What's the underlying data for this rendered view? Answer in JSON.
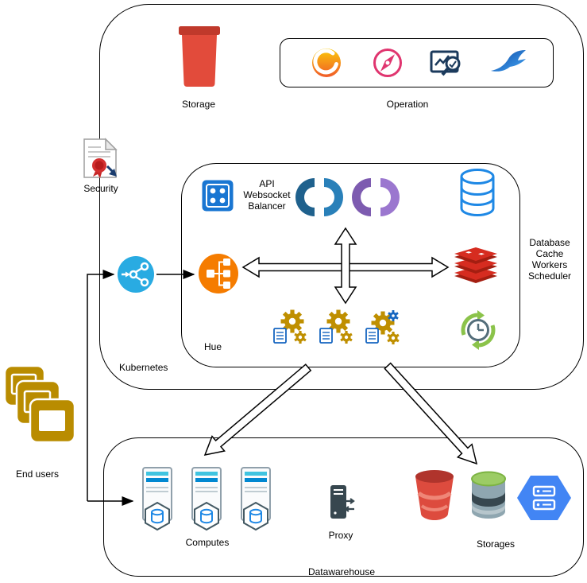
{
  "labels": {
    "kubernetes": "Kubernetes",
    "storage": "Storage",
    "operation": "Operation",
    "security": "Security",
    "hue": "Hue",
    "api_websocket_balancer": "API\nWebsocket\nBalancer",
    "database_cache_workers_scheduler": "Database\nCache\nWorkers\nScheduler",
    "end_users": "End users",
    "computes": "Computes",
    "proxy": "Proxy",
    "storages": "Storages",
    "datawarehouse": "Datawarehouse"
  },
  "icons": {
    "storage": "storage-bucket-icon",
    "operation_tools": [
      "grafana-icon",
      "compass-icon",
      "analytics-search-icon",
      "fluentbit-bird-icon"
    ],
    "security": "certificate-document-icon",
    "api": "api-grid-icon",
    "hue_logos": [
      "hue-logo-blue-icon",
      "hue-logo-purple-icon"
    ],
    "database": "database-cylinder-icon",
    "ingress": "share-network-blue-icon",
    "hue_balancer": "share-network-orange-icon",
    "cache": "redis-icon",
    "workers": [
      "worker-gear-icon",
      "worker-gear-icon",
      "worker-gear-plus-icon"
    ],
    "scheduler": "clock-refresh-icon",
    "end_users": "documents-stack-icon",
    "computes": [
      "server-database-icon",
      "server-database-icon",
      "server-database-icon"
    ],
    "proxy": "proxy-server-icon",
    "storages": [
      "s3-bucket-icon",
      "storage-cylinder-icon",
      "gcp-hexagon-icon"
    ]
  },
  "colors": {
    "outline": "#000000",
    "storage_red": "#e24b3b",
    "storage_red_dark": "#c0392b",
    "grafana_orange": "#f05a28",
    "compass_pink": "#e0356f",
    "analytics_navy": "#1b3a5c",
    "bird_blue": "#1565c0",
    "api_blue": "#1976d2",
    "hue_blue_dark": "#1f618d",
    "hue_blue": "#2980b9",
    "hue_purple_dark": "#7d5bb0",
    "hue_purple": "#9b77cf",
    "db_blue": "#1e88e5",
    "lb_blue": "#29abe2",
    "lb_orange": "#f57c00",
    "redis_red": "#d62c20",
    "redis_red_dark": "#a41e11",
    "worker_gold": "#bf8f00",
    "scheduler_green": "#8bc34a",
    "clock_gray": "#546e7a",
    "endusers_gold": "#b98c00",
    "s3_red": "#dd4b3e",
    "s3_red_dark": "#b0342c",
    "cyl_green": "#9ccc65",
    "cyl_gray": "#8fa6b0",
    "gcp_blue": "#4285f4"
  }
}
